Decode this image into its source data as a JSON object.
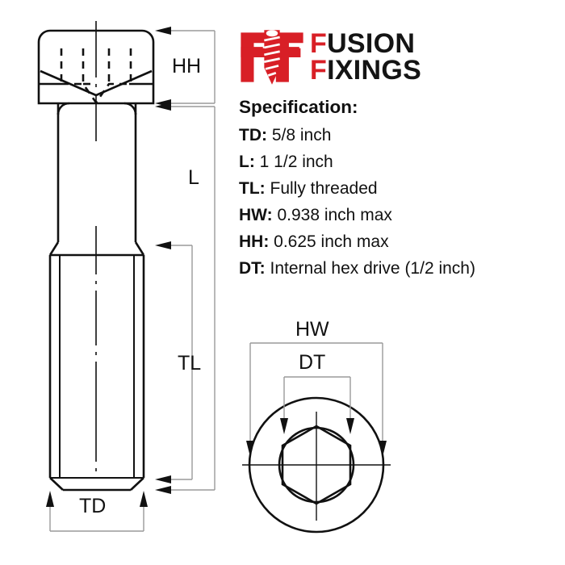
{
  "brand": {
    "logo_icon": "screw-fusion-fixings-logo",
    "line1_lead": "F",
    "line1_rest": "USION",
    "line2_lead": "F",
    "line2_rest": "IXINGS",
    "accent_color": "#d81f26",
    "text_color": "#141414"
  },
  "spec": {
    "title": "Specification:",
    "rows": [
      {
        "key": "TD:",
        "value": "5/8 inch"
      },
      {
        "key": "L:",
        "value": "1 1/2 inch"
      },
      {
        "key": "TL:",
        "value": "Fully threaded"
      },
      {
        "key": "HW:",
        "value": "0.938 inch max"
      },
      {
        "key": "HH:",
        "value": "0.625 inch max"
      },
      {
        "key": "DT:",
        "value": "Internal hex drive (1/2 inch)"
      }
    ]
  },
  "dimensions": {
    "hh": "HH",
    "l": "L",
    "tl": "TL",
    "td": "TD",
    "hw": "HW",
    "dt": "DT"
  },
  "drawing": {
    "line_color": "#111111",
    "dim_line_color": "#8a8a8a",
    "side_view_name": "socket-cap-screw-side-view",
    "end_view_name": "socket-cap-screw-end-view"
  }
}
